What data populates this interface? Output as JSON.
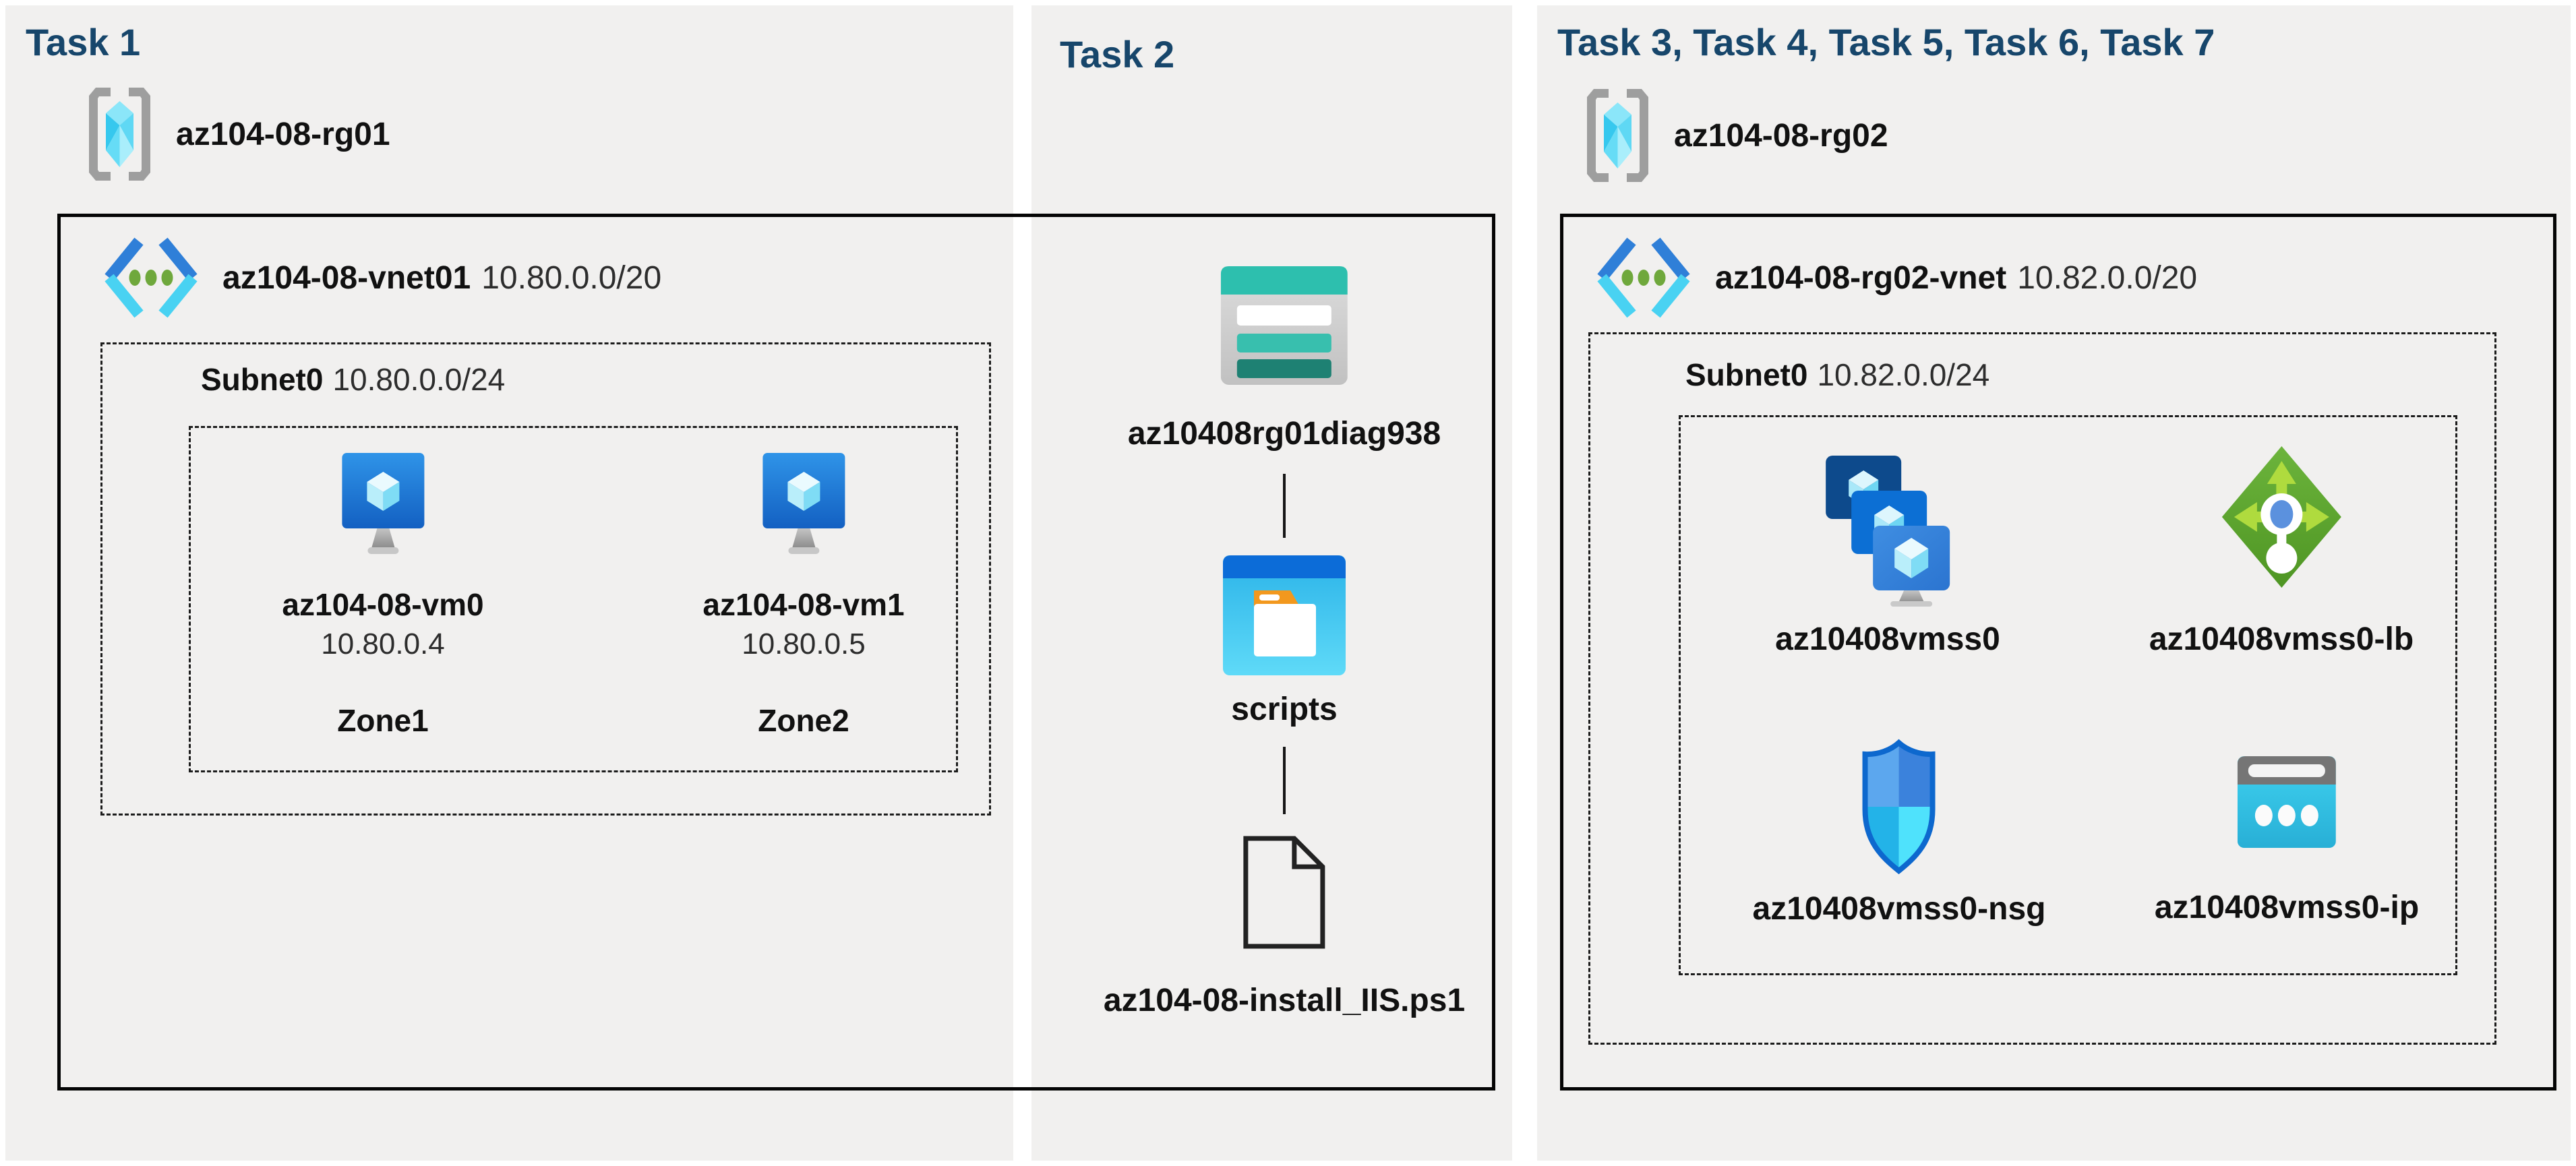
{
  "colors": {
    "title_navy": "#17466B",
    "panel_gray": "#F1F0EF",
    "azure_blue": "#1F72D0",
    "cyan_accent": "#49D2F2",
    "teal_storage": "#2DBFAE",
    "green_lb": "#5BA52E",
    "orange_folder_tab": "#F2981E",
    "nsg_border_blue": "#0D68CE",
    "box_border": "#050505"
  },
  "panels": [
    {
      "title": "Task 1",
      "resource_group": {
        "name": "az104-08-rg01",
        "icon": "resource-group-icon"
      },
      "vnet": {
        "name": "az104-08-vnet01",
        "cidr": "10.80.0.0/20",
        "icon": "virtual-network-icon"
      },
      "subnet": {
        "name": "Subnet0",
        "cidr": "10.80.0.0/24"
      },
      "vms": [
        {
          "name": "az104-08-vm0",
          "ip": "10.80.0.4",
          "zone": "Zone1",
          "icon": "virtual-machine-icon"
        },
        {
          "name": "az104-08-vm1",
          "ip": "10.80.0.5",
          "zone": "Zone2",
          "icon": "virtual-machine-icon"
        }
      ]
    },
    {
      "title": "Task 2",
      "storage_account": {
        "name": "az10408rg01diag938",
        "icon": "storage-account-icon"
      },
      "container": {
        "name": "scripts",
        "icon": "folder-icon"
      },
      "file": {
        "name": "az104-08-install_IIS.ps1",
        "icon": "file-icon"
      }
    },
    {
      "title": "Task 3, Task 4, Task 5, Task 6, Task 7",
      "resource_group": {
        "name": "az104-08-rg02",
        "icon": "resource-group-icon"
      },
      "vnet": {
        "name": "az104-08-rg02-vnet",
        "cidr": "10.82.0.0/20",
        "icon": "virtual-network-icon"
      },
      "subnet": {
        "name": "Subnet0",
        "cidr": "10.82.0.0/24"
      },
      "resources": [
        {
          "name": "az10408vmss0",
          "type": "vm-scale-set",
          "icon": "vm-scale-set-icon"
        },
        {
          "name": "az10408vmss0-lb",
          "type": "load-balancer",
          "icon": "load-balancer-icon"
        },
        {
          "name": "az10408vmss0-nsg",
          "type": "network-security-group",
          "icon": "network-security-group-icon"
        },
        {
          "name": "az10408vmss0-ip",
          "type": "public-ip",
          "icon": "public-ip-icon"
        }
      ]
    }
  ]
}
